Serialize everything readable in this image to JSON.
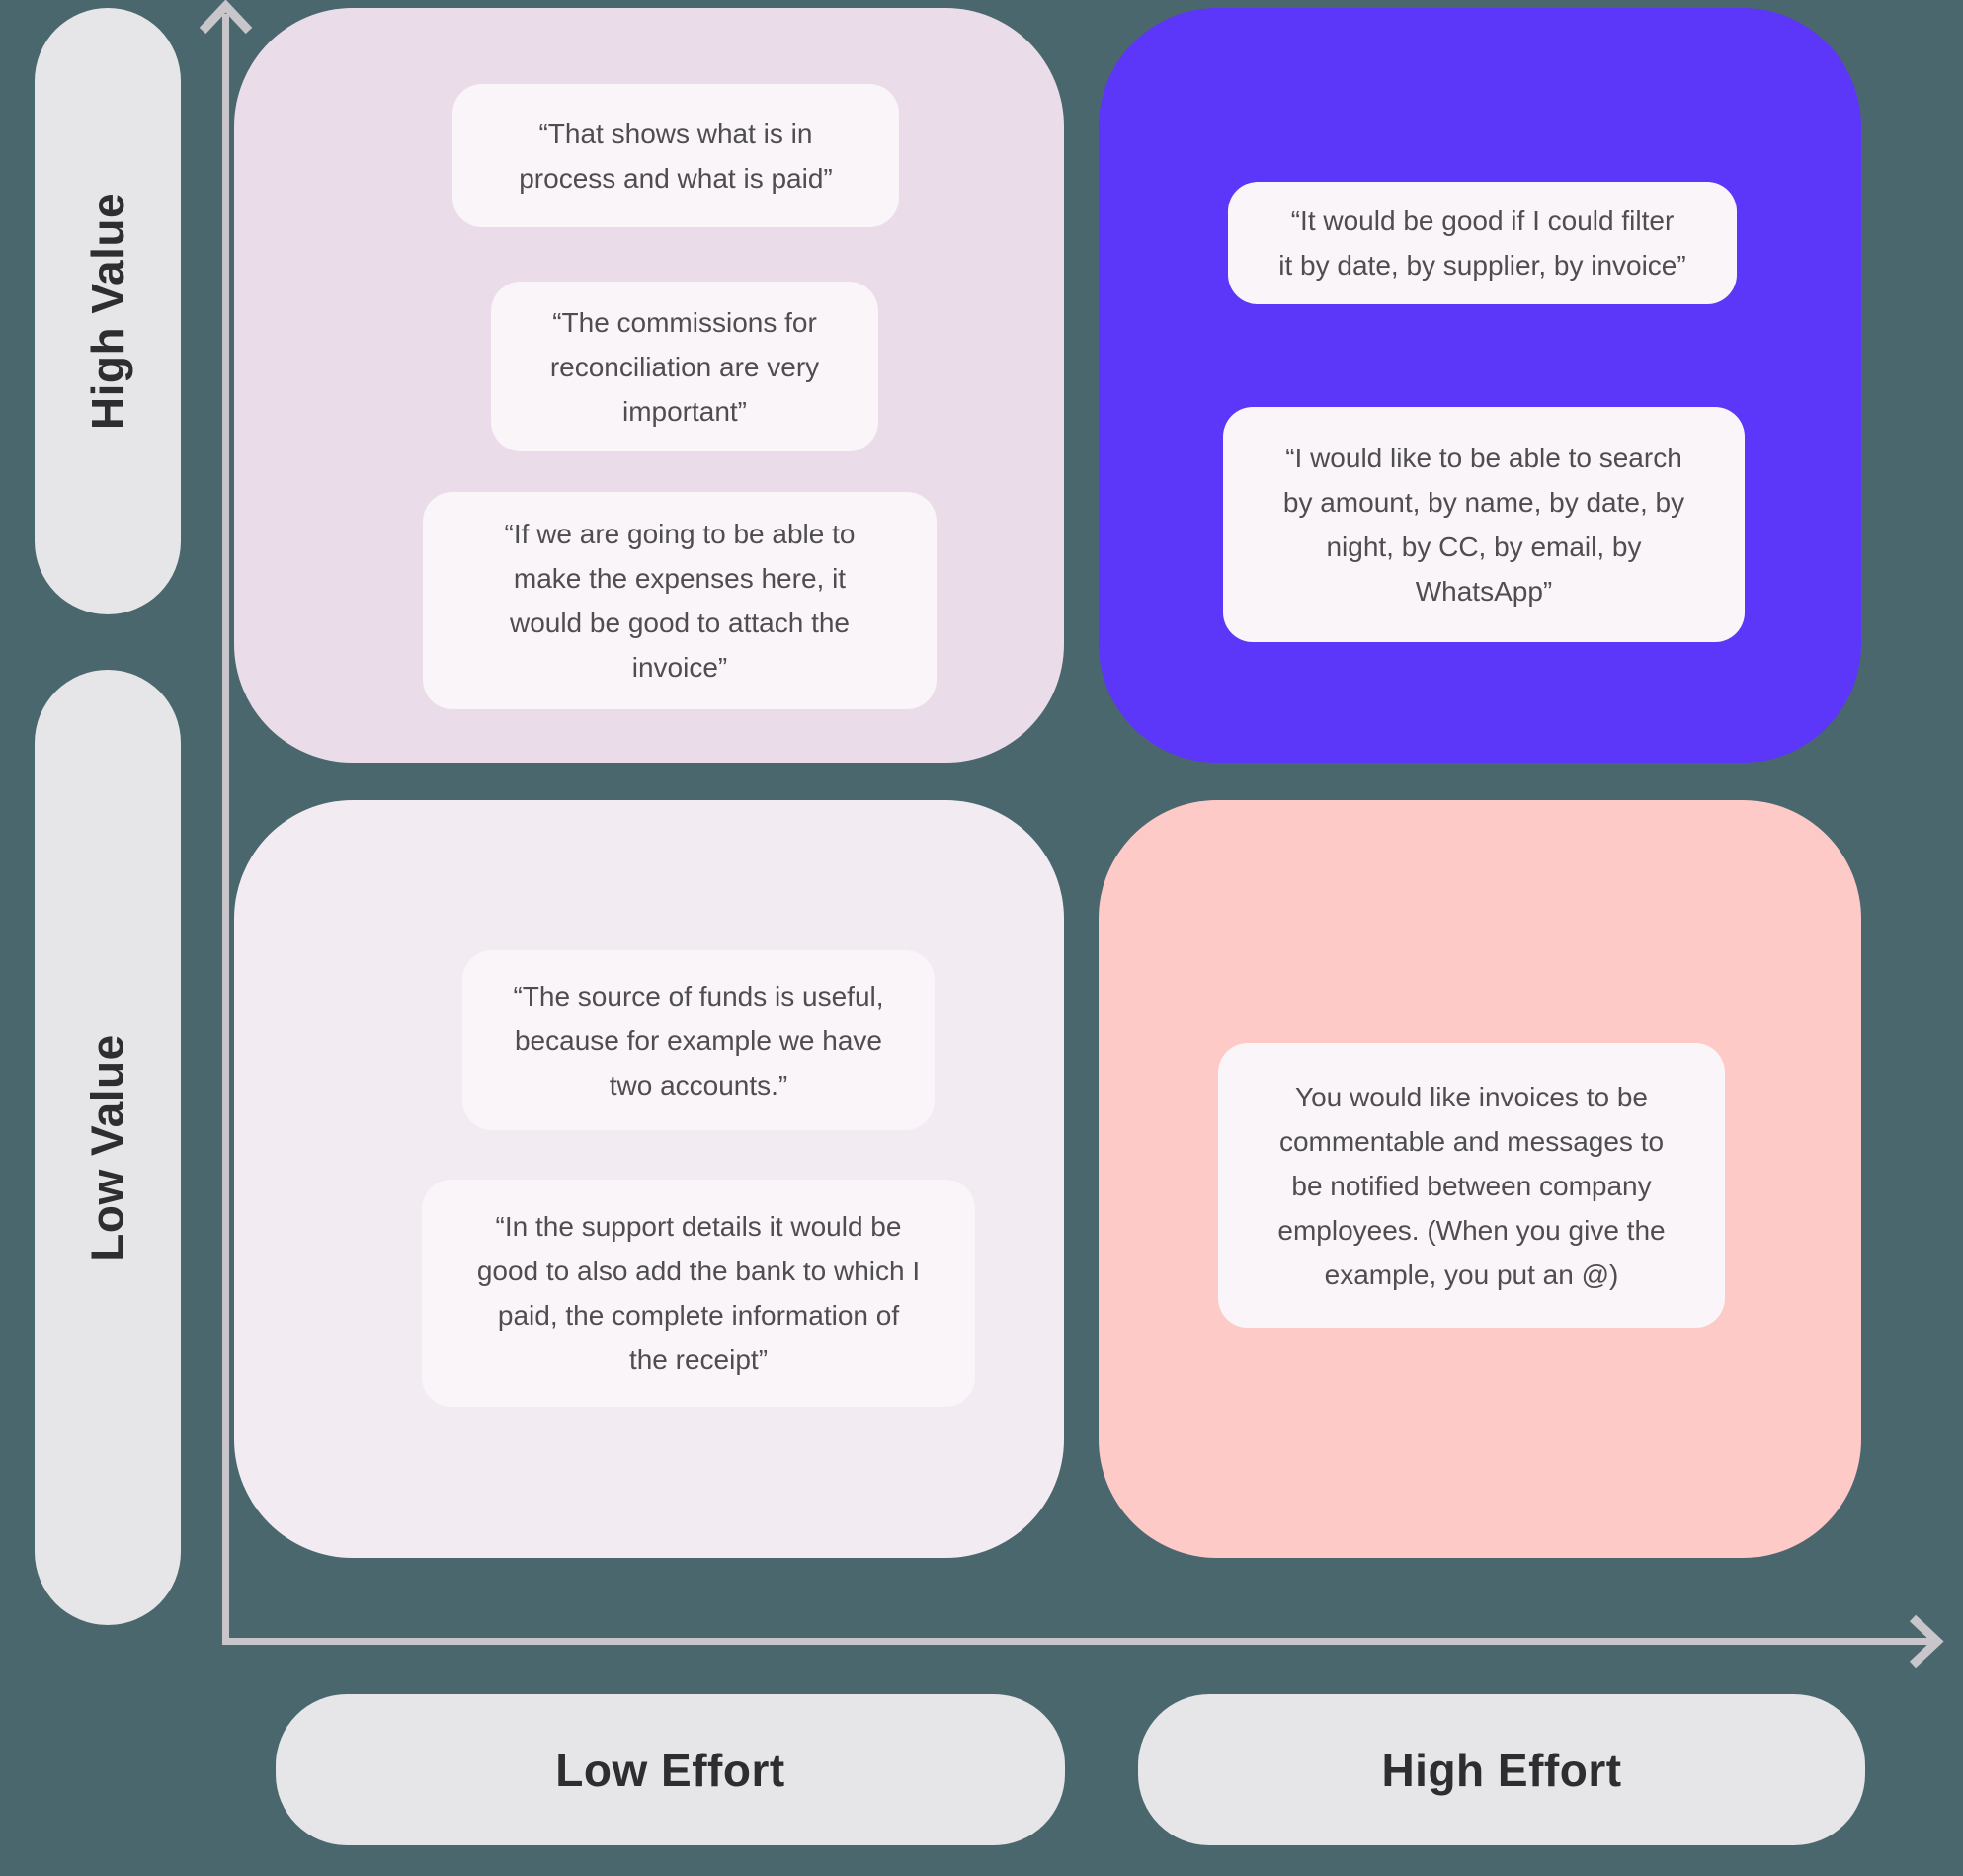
{
  "axes": {
    "y_top_label": "High Value",
    "y_bottom_label": "Low Value",
    "x_left_label": "Low Effort",
    "x_right_label": "High Effort"
  },
  "colors": {
    "background": "#4b676e",
    "axis_line": "#c8c6ca",
    "label_pill_bg": "#e6e5e7",
    "label_text": "#2e2d2f",
    "card_bg": "#f9f5f9",
    "card_text": "#4f4d50",
    "quadrant_high_value_low_effort": "#eadde9",
    "quadrant_high_value_high_effort": "#5c36f9",
    "quadrant_low_value_low_effort": "#f2ebf2",
    "quadrant_low_value_high_effort": "#fecac8"
  },
  "quadrants": {
    "high_value_low_effort": {
      "quotes": [
        "“That shows what is in\nprocess and what is paid”",
        "“The commissions for\nreconciliation are very\nimportant”",
        "“If we are going to be able to\nmake the expenses here, it\nwould be good to attach the\ninvoice”"
      ]
    },
    "high_value_high_effort": {
      "quotes": [
        "“It would be good if I could filter\nit by date, by supplier, by invoice”",
        "“I would like to be able to search\nby amount, by name, by date, by\nnight, by CC, by email, by\nWhatsApp”"
      ]
    },
    "low_value_low_effort": {
      "quotes": [
        "“The source of funds is useful,\nbecause for example we have\ntwo accounts.”",
        "“In the support details it would be\ngood to also add the bank to which I\npaid, the complete information of\nthe receipt”"
      ]
    },
    "low_value_high_effort": {
      "quotes": [
        "You would like invoices to be\ncommentable and messages to\nbe notified between company\nemployees. (When you give the\nexample, you put an @)"
      ]
    }
  }
}
